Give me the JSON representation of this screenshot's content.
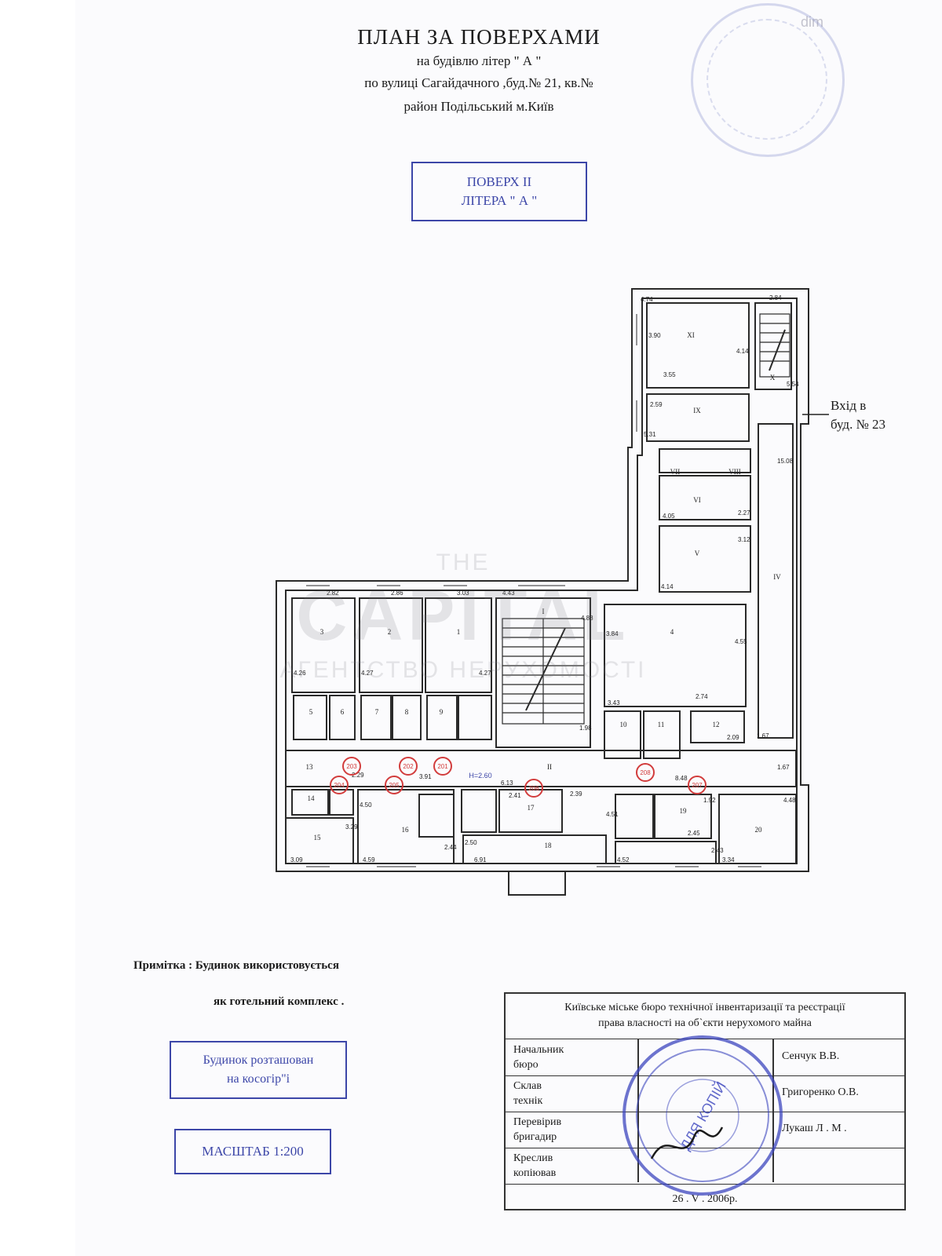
{
  "header": {
    "title": "ПЛАН  ЗА  ПОВЕРХАМИ",
    "line1": "на будівлю літер \" А \"",
    "line2": "по вулиці  Сагайдачного  ,буд.№ 21, кв.№",
    "line3": "район  Подільський  м.Київ"
  },
  "floor_box": {
    "line1": "ПОВЕРХ II",
    "line2": "ЛІТЕРА \" А \""
  },
  "watermark": {
    "big": "CAPITAL",
    "small": "АГЕНТСТВО НЕРУХОМОСТІ",
    "top": "THE"
  },
  "corner_mark": "dim",
  "entrance": {
    "line1": "Вхід в",
    "line2": "буд. № 23"
  },
  "plan": {
    "dimensions": [
      "4.74",
      "2.84",
      "3.90",
      "4.14",
      "3.55",
      "5.54",
      "2.59",
      "5.31",
      "15.08",
      "4.05",
      "2.27",
      "3.12",
      "4.14",
      "2.82",
      "2.86",
      "3.03",
      "4.43",
      "4.88",
      "3.84",
      "4.55",
      "4.26",
      "4.27",
      "4.27",
      "3.43",
      "2.74",
      "2.09",
      "1.67",
      "1.67",
      "1.98",
      "8.48",
      "6.13",
      "3.91",
      "2.29",
      "4.50",
      "3.29",
      "2.41",
      "2.39",
      "4.51",
      "1.92",
      "4.48",
      "2.44",
      "2.50",
      "2.45",
      "2.43",
      "3.09",
      "4.59",
      "6.91",
      "4.52",
      "3.34"
    ],
    "room_labels": [
      "XI",
      "X",
      "IX",
      "VIII",
      "VII",
      "VI",
      "V",
      "IV",
      "3",
      "2",
      "1",
      "I",
      "II",
      "4",
      "5",
      "6",
      "7",
      "8",
      "9",
      "10",
      "11",
      "12",
      "13",
      "14",
      "15",
      "16",
      "17",
      "18",
      "19",
      "20"
    ],
    "circle_tags": [
      "203",
      "202",
      "201",
      "204",
      "205",
      "206",
      "208",
      "207"
    ],
    "height_note": "H=2.60"
  },
  "notes": {
    "line1": "Примітка : Будинок використовується",
    "line2": "як  готельний  комплекс ."
  },
  "boxes": {
    "location_line1": "Будинок розташован",
    "location_line2": "на косогір\"і",
    "scale": "МАСШТАБ 1:200"
  },
  "stamp_table": {
    "head_line1": "Київське  міське  бюро  технічної  інвентаризації  та  реєстрації",
    "head_line2": "права  власності  на  об`єкти  нерухомого  майна",
    "rows": [
      {
        "role_1": "Начальник",
        "role_2": "бюро",
        "name": "Сенчук  В.В."
      },
      {
        "role_1": "Склав",
        "role_2": "технік",
        "name": "Григоренко О.В."
      },
      {
        "role_1": "Перевірив",
        "role_2": "бригадир",
        "name": "Лукаш Л . М ."
      },
      {
        "role_1": "Креслив",
        "role_2": "копіював",
        "name": ""
      }
    ],
    "date": "26 . V . 2006р."
  },
  "stamp_text": "ДЛЯ КОПІЙ",
  "colors": {
    "ink": "#1a1a1a",
    "blue_stamp": "#3c46a8",
    "red_tag": "#d23c3c"
  }
}
